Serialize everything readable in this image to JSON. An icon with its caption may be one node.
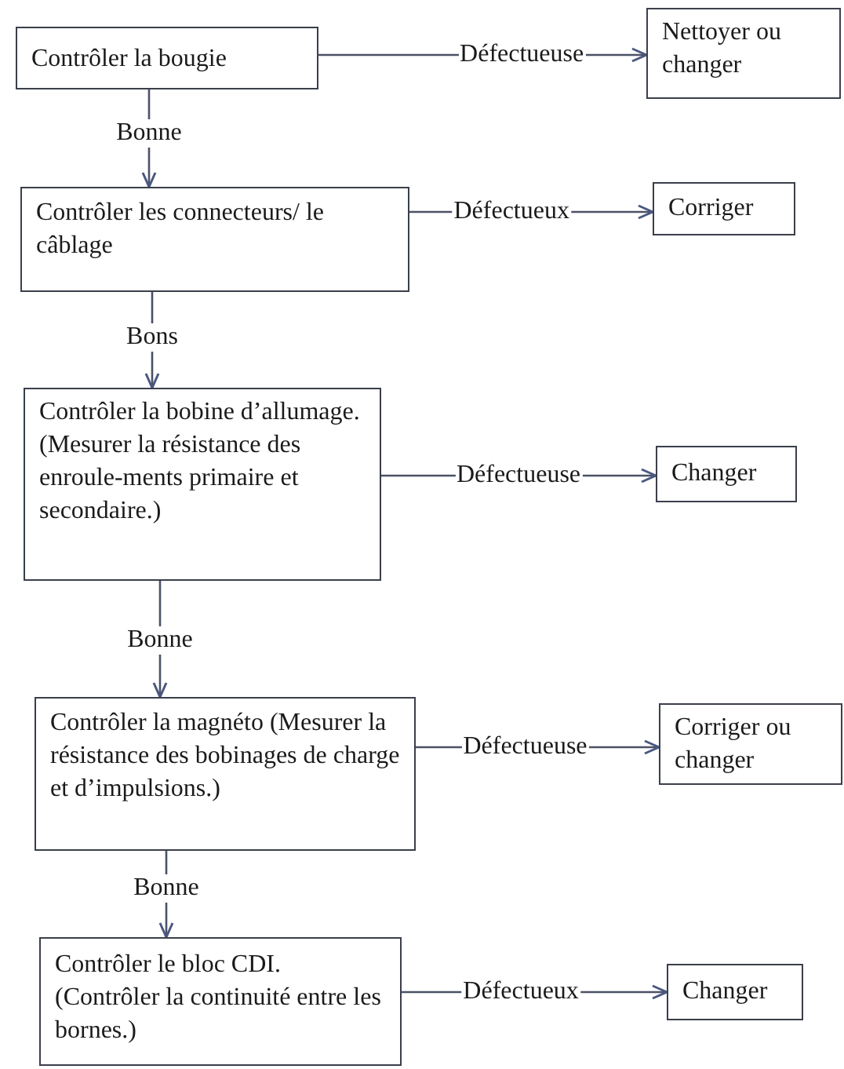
{
  "diagram": {
    "nodes": [
      {
        "text": [
          "Contrôler la bougie"
        ]
      },
      {
        "text": [
          "Nettoyer ou changer"
        ]
      },
      {
        "text": [
          "Contrôler les connecteurs/ le câblage"
        ]
      },
      {
        "text": [
          "Corriger"
        ]
      },
      {
        "text": [
          "Contrôler la bobine d’allumage. (Mesurer la résistance des enroule-ments primaire et secondaire.)"
        ]
      },
      {
        "text": [
          "Changer"
        ]
      },
      {
        "text": [
          "Contrôler la magnéto (Mesurer la résistance des bobinages de charge et d’impulsions.)"
        ]
      },
      {
        "text": [
          "Corriger ou changer"
        ]
      },
      {
        "text": [
          "Contrôler le bloc CDI. (Contrôler la continuité entre les bornes.)"
        ]
      },
      {
        "text": [
          "Changer"
        ]
      }
    ],
    "edges": [
      {
        "from": 0,
        "to": 1,
        "arrow": "to",
        "label": "Défectueuse"
      },
      {
        "from": 0,
        "to": 2,
        "arrow": "to",
        "label": "Bonne"
      },
      {
        "from": 2,
        "to": 3,
        "arrow": "to",
        "label": "Défectueux"
      },
      {
        "from": 2,
        "to": 4,
        "arrow": "to",
        "label": "Bons"
      },
      {
        "from": 4,
        "to": 5,
        "arrow": "to",
        "label": "Défectueuse"
      },
      {
        "from": 4,
        "to": 6,
        "arrow": "to",
        "label": "Bonne"
      },
      {
        "from": 6,
        "to": 7,
        "arrow": "to",
        "label": "Défectueuse"
      },
      {
        "from": 6,
        "to": 8,
        "arrow": "to",
        "label": "Bonne"
      },
      {
        "from": 8,
        "to": 9,
        "arrow": "to",
        "label": "Défectueux"
      }
    ]
  }
}
